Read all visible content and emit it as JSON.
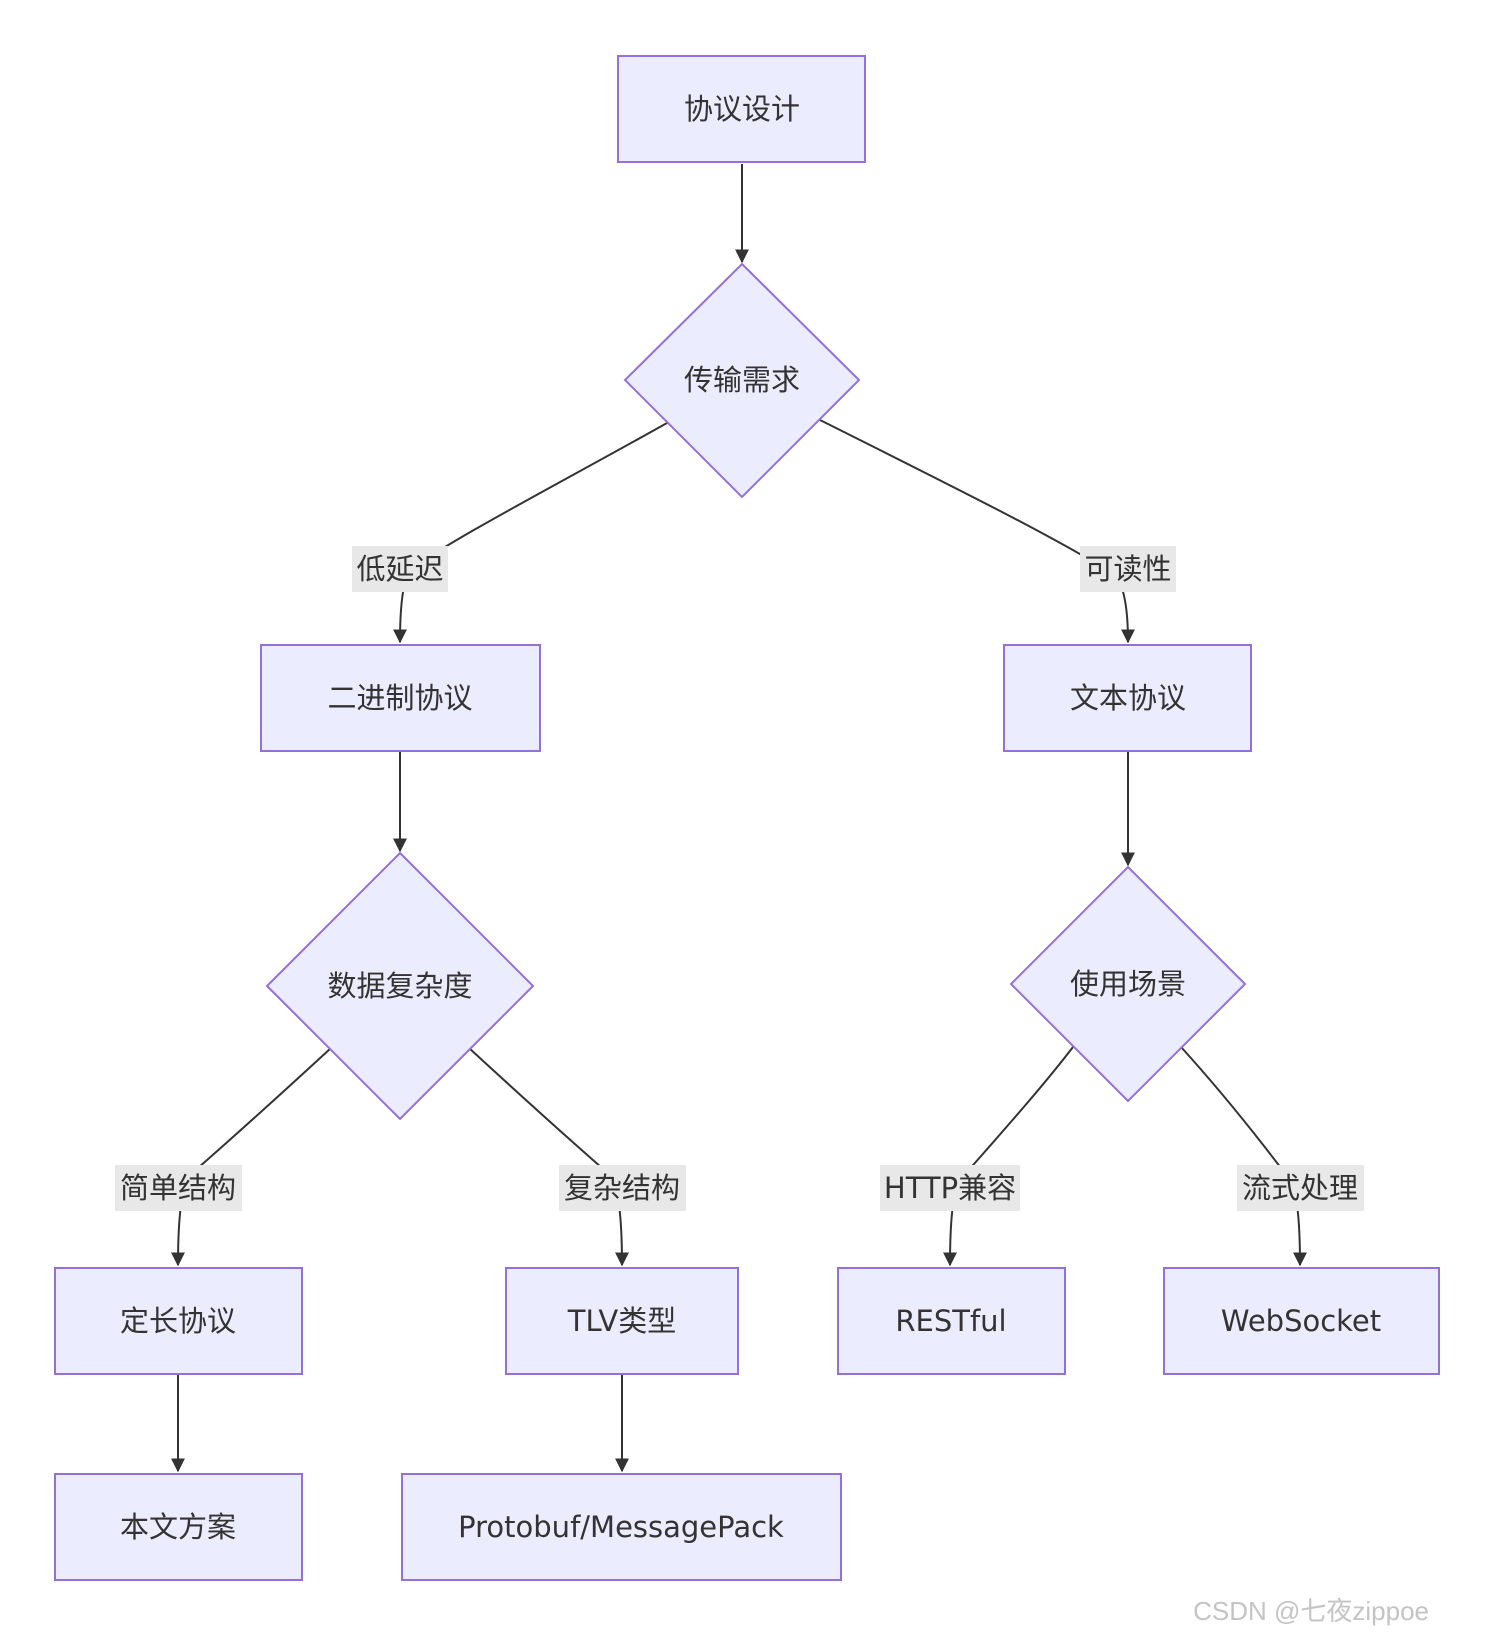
{
  "nodes": {
    "protocol_design": "协议设计",
    "transport_needs": "传输需求",
    "binary_protocol": "二进制协议",
    "text_protocol": "文本协议",
    "data_complexity": "数据复杂度",
    "usage_scenario": "使用场景",
    "fixed_length": "定长协议",
    "tlv_type": "TLV类型",
    "restful": "RESTful",
    "websocket": "WebSocket",
    "text_solution": "本文方案",
    "protobuf": "Protobuf/MessagePack"
  },
  "edge_labels": {
    "low_latency": "低延迟",
    "readability": "可读性",
    "simple_structure": "简单结构",
    "complex_structure": "复杂结构",
    "http_compat": "HTTP兼容",
    "streaming": "流式处理"
  },
  "watermark": "CSDN @七夜zippoe",
  "colors": {
    "node_fill": "#ECECFF",
    "node_stroke": "#9370DB",
    "edge": "#333333",
    "label_bg": "#E8E8E8"
  }
}
